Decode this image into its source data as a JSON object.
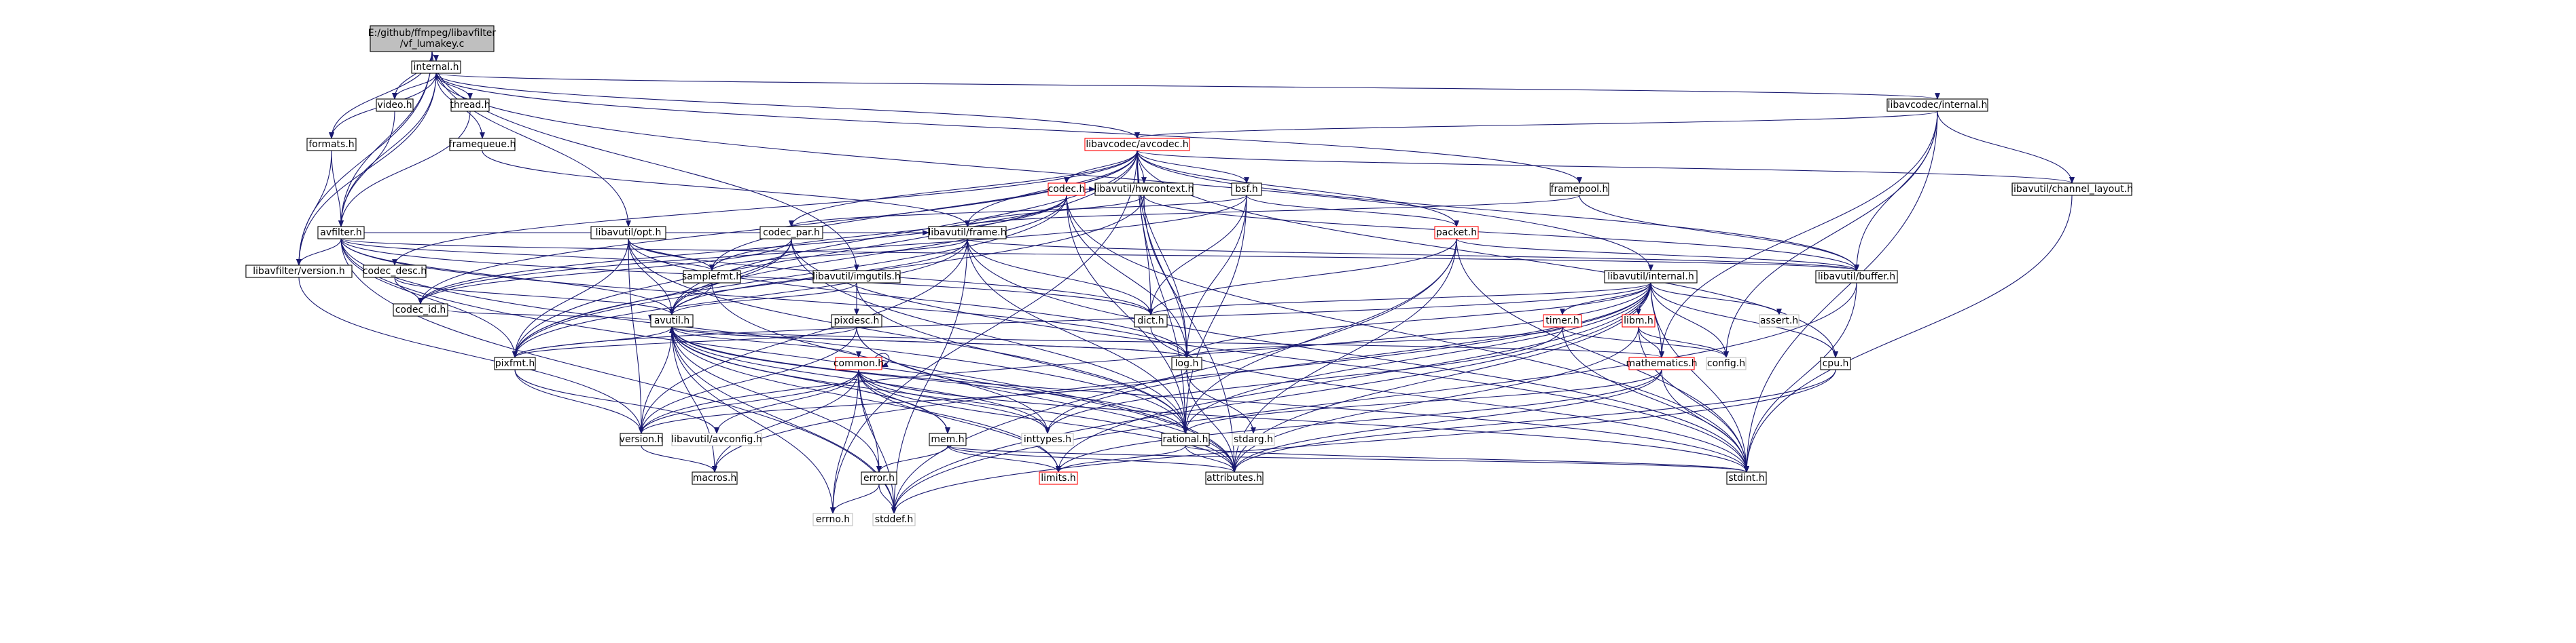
{
  "diagram": {
    "title": "",
    "colors": {
      "edge": "#191970",
      "node_border": "#000000",
      "node_border_incomplete": "#ff0000",
      "node_border_system": "#bfbfbf",
      "root_fill": "#bfbfbf"
    },
    "nodes": [
      {
        "id": "root",
        "lines": [
          "E:/github/ffmpeg/libavfilter",
          "/vf_lumakey.c"
        ],
        "style": "root"
      },
      {
        "id": "internal_h",
        "lines": [
          "internal.h"
        ],
        "style": "normal"
      },
      {
        "id": "video_h",
        "lines": [
          "video.h"
        ],
        "style": "normal"
      },
      {
        "id": "thread_h",
        "lines": [
          "thread.h"
        ],
        "style": "normal"
      },
      {
        "id": "formats_h",
        "lines": [
          "formats.h"
        ],
        "style": "normal"
      },
      {
        "id": "framequeue_h",
        "lines": [
          "framequeue.h"
        ],
        "style": "normal"
      },
      {
        "id": "avfilter_h",
        "lines": [
          "avfilter.h"
        ],
        "style": "normal"
      },
      {
        "id": "libavfilter_version_h",
        "lines": [
          "libavfilter/version.h"
        ],
        "style": "normal"
      },
      {
        "id": "codec_desc_h",
        "lines": [
          "codec_desc.h"
        ],
        "style": "normal"
      },
      {
        "id": "codec_id_h",
        "lines": [
          "codec_id.h"
        ],
        "style": "normal"
      },
      {
        "id": "codec_par_h",
        "lines": [
          "codec_par.h"
        ],
        "style": "normal"
      },
      {
        "id": "libavutil_opt_h",
        "lines": [
          "libavutil/opt.h"
        ],
        "style": "normal"
      },
      {
        "id": "samplefmt_h",
        "lines": [
          "samplefmt.h"
        ],
        "style": "normal"
      },
      {
        "id": "avutil_h",
        "lines": [
          "avutil.h"
        ],
        "style": "normal"
      },
      {
        "id": "pixfmt_h",
        "lines": [
          "pixfmt.h"
        ],
        "style": "normal"
      },
      {
        "id": "version_h",
        "lines": [
          "version.h"
        ],
        "style": "normal"
      },
      {
        "id": "libavutil_avconfig_h",
        "lines": [
          "libavutil/avconfig.h"
        ],
        "style": "system"
      },
      {
        "id": "macros_h",
        "lines": [
          "macros.h"
        ],
        "style": "normal"
      },
      {
        "id": "errno_h",
        "lines": [
          "errno.h"
        ],
        "style": "system"
      },
      {
        "id": "stddef_h",
        "lines": [
          "stddef.h"
        ],
        "style": "system"
      },
      {
        "id": "libavcodec_avcodec_h",
        "lines": [
          "libavcodec/avcodec.h"
        ],
        "style": "red"
      },
      {
        "id": "codec_h",
        "lines": [
          "codec.h"
        ],
        "style": "red"
      },
      {
        "id": "libavutil_hwcontext_h",
        "lines": [
          "libavutil/hwcontext.h"
        ],
        "style": "normal"
      },
      {
        "id": "bsf_h",
        "lines": [
          "bsf.h"
        ],
        "style": "normal"
      },
      {
        "id": "libavutil_frame_h",
        "lines": [
          "libavutil/frame.h"
        ],
        "style": "normal"
      },
      {
        "id": "libavutil_imgutils_h",
        "lines": [
          "libavutil/imgutils.h"
        ],
        "style": "normal"
      },
      {
        "id": "pixdesc_h",
        "lines": [
          "pixdesc.h"
        ],
        "style": "normal"
      },
      {
        "id": "common_h",
        "lines": [
          "common.h"
        ],
        "style": "red"
      },
      {
        "id": "mem_h",
        "lines": [
          "mem.h"
        ],
        "style": "normal"
      },
      {
        "id": "error_h",
        "lines": [
          "error.h"
        ],
        "style": "normal"
      },
      {
        "id": "inttypes_h",
        "lines": [
          "inttypes.h"
        ],
        "style": "system"
      },
      {
        "id": "limits_h",
        "lines": [
          "limits.h"
        ],
        "style": "red"
      },
      {
        "id": "dict_h",
        "lines": [
          "dict.h"
        ],
        "style": "normal"
      },
      {
        "id": "log_h",
        "lines": [
          "log.h"
        ],
        "style": "normal"
      },
      {
        "id": "rational_h",
        "lines": [
          "rational.h"
        ],
        "style": "normal"
      },
      {
        "id": "attributes_h",
        "lines": [
          "attributes.h"
        ],
        "style": "normal"
      },
      {
        "id": "stdarg_h",
        "lines": [
          "stdarg.h"
        ],
        "style": "system"
      },
      {
        "id": "framepool_h",
        "lines": [
          "framepool.h"
        ],
        "style": "normal"
      },
      {
        "id": "packet_h",
        "lines": [
          "packet.h"
        ],
        "style": "red"
      },
      {
        "id": "libavutil_buffer_h",
        "lines": [
          "libavutil/buffer.h"
        ],
        "style": "normal"
      },
      {
        "id": "libavutil_internal_h",
        "lines": [
          "libavutil/internal.h"
        ],
        "style": "normal"
      },
      {
        "id": "timer_h",
        "lines": [
          "timer.h"
        ],
        "style": "red"
      },
      {
        "id": "libm_h",
        "lines": [
          "libm.h"
        ],
        "style": "red"
      },
      {
        "id": "mathematics_h",
        "lines": [
          "mathematics.h"
        ],
        "style": "red"
      },
      {
        "id": "assert_h",
        "lines": [
          "assert.h"
        ],
        "style": "system"
      },
      {
        "id": "config_h",
        "lines": [
          "config.h"
        ],
        "style": "system"
      },
      {
        "id": "cpu_h",
        "lines": [
          "cpu.h"
        ],
        "style": "normal"
      },
      {
        "id": "stdint_h",
        "lines": [
          "stdint.h"
        ],
        "style": "normal"
      },
      {
        "id": "libavcodec_internal_h",
        "lines": [
          "libavcodec/internal.h"
        ],
        "style": "normal"
      },
      {
        "id": "libavutil_channel_layout_h",
        "lines": [
          "libavutil/channel_layout.h"
        ],
        "style": "normal"
      }
    ],
    "edges": [
      [
        "root",
        "internal_h"
      ],
      [
        "root",
        "video_h"
      ],
      [
        "root",
        "formats_h"
      ],
      [
        "root",
        "avfilter_h"
      ],
      [
        "root",
        "libavfilter_version_h"
      ],
      [
        "root",
        "libavutil_opt_h"
      ],
      [
        "root",
        "libavutil_imgutils_h"
      ],
      [
        "internal_h",
        "video_h"
      ],
      [
        "internal_h",
        "thread_h"
      ],
      [
        "internal_h",
        "formats_h"
      ],
      [
        "internal_h",
        "framequeue_h"
      ],
      [
        "internal_h",
        "avfilter_h"
      ],
      [
        "internal_h",
        "libavfilter_version_h"
      ],
      [
        "internal_h",
        "libavcodec_avcodec_h"
      ],
      [
        "internal_h",
        "framepool_h"
      ],
      [
        "internal_h",
        "libavcodec_internal_h"
      ],
      [
        "internal_h",
        "libavutil_internal_h"
      ],
      [
        "video_h",
        "avfilter_h"
      ],
      [
        "thread_h",
        "avfilter_h"
      ],
      [
        "formats_h",
        "avfilter_h"
      ],
      [
        "formats_h",
        "libavfilter_version_h"
      ],
      [
        "framequeue_h",
        "libavutil_frame_h"
      ],
      [
        "avfilter_h",
        "libavfilter_version_h"
      ],
      [
        "avfilter_h",
        "avutil_h"
      ],
      [
        "avfilter_h",
        "pixfmt_h"
      ],
      [
        "avfilter_h",
        "libavutil_frame_h"
      ],
      [
        "avfilter_h",
        "dict_h"
      ],
      [
        "avfilter_h",
        "samplefmt_h"
      ],
      [
        "avfilter_h",
        "log_h"
      ],
      [
        "avfilter_h",
        "rational_h"
      ],
      [
        "avfilter_h",
        "libavutil_buffer_h"
      ],
      [
        "avfilter_h",
        "attributes_h"
      ],
      [
        "avfilter_h",
        "stddef_h"
      ],
      [
        "libavfilter_version_h",
        "version_h"
      ],
      [
        "libavcodec_avcodec_h",
        "codec_h"
      ],
      [
        "libavcodec_avcodec_h",
        "codec_desc_h"
      ],
      [
        "libavcodec_avcodec_h",
        "codec_id_h"
      ],
      [
        "libavcodec_avcodec_h",
        "codec_par_h"
      ],
      [
        "libavcodec_avcodec_h",
        "bsf_h"
      ],
      [
        "libavcodec_avcodec_h",
        "packet_h"
      ],
      [
        "libavcodec_avcodec_h",
        "libavutil_hwcontext_h"
      ],
      [
        "libavcodec_avcodec_h",
        "libavutil_frame_h"
      ],
      [
        "libavcodec_avcodec_h",
        "libavutil_buffer_h"
      ],
      [
        "libavcodec_avcodec_h",
        "libavutil_channel_layout_h"
      ],
      [
        "libavcodec_avcodec_h",
        "samplefmt_h"
      ],
      [
        "libavcodec_avcodec_h",
        "avutil_h"
      ],
      [
        "libavcodec_avcodec_h",
        "pixfmt_h"
      ],
      [
        "libavcodec_avcodec_h",
        "dict_h"
      ],
      [
        "libavcodec_avcodec_h",
        "log_h"
      ],
      [
        "libavcodec_avcodec_h",
        "rational_h"
      ],
      [
        "libavcodec_avcodec_h",
        "attributes_h"
      ],
      [
        "libavcodec_avcodec_h",
        "errno_h"
      ],
      [
        "libavcodec_avcodec_h",
        "cpu_h"
      ],
      [
        "codec_h",
        "libavutil_hwcontext_h"
      ],
      [
        "codec_h",
        "codec_id_h"
      ],
      [
        "codec_h",
        "avutil_h"
      ],
      [
        "codec_h",
        "log_h"
      ],
      [
        "codec_h",
        "rational_h"
      ],
      [
        "codec_h",
        "samplefmt_h"
      ],
      [
        "codec_h",
        "pixfmt_h"
      ],
      [
        "codec_h",
        "stdint_h"
      ],
      [
        "libavutil_hwcontext_h",
        "libavutil_frame_h"
      ],
      [
        "libavutil_hwcontext_h",
        "libavutil_buffer_h"
      ],
      [
        "libavutil_hwcontext_h",
        "pixfmt_h"
      ],
      [
        "libavutil_hwcontext_h",
        "log_h"
      ],
      [
        "bsf_h",
        "codec_id_h"
      ],
      [
        "bsf_h",
        "codec_par_h"
      ],
      [
        "bsf_h",
        "packet_h"
      ],
      [
        "bsf_h",
        "dict_h"
      ],
      [
        "bsf_h",
        "log_h"
      ],
      [
        "bsf_h",
        "rational_h"
      ],
      [
        "codec_desc_h",
        "codec_id_h"
      ],
      [
        "codec_desc_h",
        "avutil_h"
      ],
      [
        "codec_id_h",
        "avutil_h"
      ],
      [
        "codec_par_h",
        "codec_id_h"
      ],
      [
        "codec_par_h",
        "avutil_h"
      ],
      [
        "codec_par_h",
        "pixfmt_h"
      ],
      [
        "codec_par_h",
        "rational_h"
      ],
      [
        "codec_par_h",
        "stdint_h"
      ],
      [
        "packet_h",
        "libavutil_buffer_h"
      ],
      [
        "packet_h",
        "attributes_h"
      ],
      [
        "packet_h",
        "dict_h"
      ],
      [
        "packet_h",
        "rational_h"
      ],
      [
        "packet_h",
        "stddef_h"
      ],
      [
        "packet_h",
        "stdint_h"
      ],
      [
        "libavutil_frame_h",
        "avutil_h"
      ],
      [
        "libavutil_frame_h",
        "libavutil_buffer_h"
      ],
      [
        "libavutil_frame_h",
        "dict_h"
      ],
      [
        "libavutil_frame_h",
        "rational_h"
      ],
      [
        "libavutil_frame_h",
        "samplefmt_h"
      ],
      [
        "libavutil_frame_h",
        "pixfmt_h"
      ],
      [
        "libavutil_frame_h",
        "version_h"
      ],
      [
        "libavutil_frame_h",
        "stddef_h"
      ],
      [
        "libavutil_frame_h",
        "stdint_h"
      ],
      [
        "libavutil_opt_h",
        "rational_h"
      ],
      [
        "libavutil_opt_h",
        "avutil_h"
      ],
      [
        "libavutil_opt_h",
        "dict_h"
      ],
      [
        "libavutil_opt_h",
        "log_h"
      ],
      [
        "libavutil_opt_h",
        "pixfmt_h"
      ],
      [
        "libavutil_opt_h",
        "samplefmt_h"
      ],
      [
        "libavutil_opt_h",
        "version_h"
      ],
      [
        "samplefmt_h",
        "avutil_h"
      ],
      [
        "samplefmt_h",
        "attributes_h"
      ],
      [
        "libavutil_imgutils_h",
        "avutil_h"
      ],
      [
        "libavutil_imgutils_h",
        "pixdesc_h"
      ],
      [
        "libavutil_imgutils_h",
        "rational_h"
      ],
      [
        "pixdesc_h",
        "attributes_h"
      ],
      [
        "pixdesc_h",
        "pixfmt_h"
      ],
      [
        "pixdesc_h",
        "version_h"
      ],
      [
        "pixdesc_h",
        "inttypes_h"
      ],
      [
        "avutil_h",
        "common_h"
      ],
      [
        "avutil_h",
        "rational_h"
      ],
      [
        "avutil_h",
        "version_h"
      ],
      [
        "avutil_h",
        "macros_h"
      ],
      [
        "avutil_h",
        "mathematics_h"
      ],
      [
        "avutil_h",
        "log_h"
      ],
      [
        "avutil_h",
        "pixfmt_h"
      ],
      [
        "avutil_h",
        "errno_h"
      ],
      [
        "avutil_h",
        "inttypes_h"
      ],
      [
        "avutil_h",
        "limits_h"
      ],
      [
        "avutil_h",
        "stdint_h"
      ],
      [
        "avutil_h",
        "attributes_h"
      ],
      [
        "avutil_h",
        "mem_h"
      ],
      [
        "avutil_h",
        "error_h"
      ],
      [
        "avutil_h",
        "stddef_h"
      ],
      [
        "pixfmt_h",
        "libavutil_avconfig_h"
      ],
      [
        "pixfmt_h",
        "version_h"
      ],
      [
        "version_h",
        "macros_h"
      ],
      [
        "common_h",
        "common_h"
      ],
      [
        "common_h",
        "attributes_h"
      ],
      [
        "common_h",
        "macros_h"
      ],
      [
        "common_h",
        "version_h"
      ],
      [
        "common_h",
        "libavutil_avconfig_h"
      ],
      [
        "common_h",
        "mem_h"
      ],
      [
        "common_h",
        "error_h"
      ],
      [
        "common_h",
        "errno_h"
      ],
      [
        "common_h",
        "inttypes_h"
      ],
      [
        "common_h",
        "limits_h"
      ],
      [
        "common_h",
        "stdint_h"
      ],
      [
        "common_h",
        "stddef_h"
      ],
      [
        "mem_h",
        "attributes_h"
      ],
      [
        "mem_h",
        "error_h"
      ],
      [
        "mem_h",
        "avutil_h"
      ],
      [
        "mem_h",
        "limits_h"
      ],
      [
        "mem_h",
        "stdint_h"
      ],
      [
        "error_h",
        "errno_h"
      ],
      [
        "error_h",
        "stddef_h"
      ],
      [
        "dict_h",
        "stdint_h"
      ],
      [
        "log_h",
        "avutil_h"
      ],
      [
        "log_h",
        "attributes_h"
      ],
      [
        "log_h",
        "version_h"
      ],
      [
        "log_h",
        "stdarg_h"
      ],
      [
        "rational_h",
        "attributes_h"
      ],
      [
        "rational_h",
        "limits_h"
      ],
      [
        "rational_h",
        "stdint_h"
      ],
      [
        "framepool_h",
        "libavutil_buffer_h"
      ],
      [
        "framepool_h",
        "libavutil_frame_h"
      ],
      [
        "libavutil_buffer_h",
        "stddef_h"
      ],
      [
        "libavutil_buffer_h",
        "stdint_h"
      ],
      [
        "libavcodec_internal_h",
        "libavcodec_avcodec_h"
      ],
      [
        "libavcodec_internal_h",
        "libavutil_buffer_h"
      ],
      [
        "libavcodec_internal_h",
        "libavutil_channel_layout_h"
      ],
      [
        "libavcodec_internal_h",
        "mathematics_h"
      ],
      [
        "libavcodec_internal_h",
        "config_h"
      ],
      [
        "libavcodec_internal_h",
        "stdint_h"
      ],
      [
        "libavutil_channel_layout_h",
        "stdint_h"
      ],
      [
        "libavutil_internal_h",
        "timer_h"
      ],
      [
        "libavutil_internal_h",
        "libm_h"
      ],
      [
        "libavutil_internal_h",
        "mathematics_h"
      ],
      [
        "libavutil_internal_h",
        "assert_h"
      ],
      [
        "libavutil_internal_h",
        "config_h"
      ],
      [
        "libavutil_internal_h",
        "cpu_h"
      ],
      [
        "libavutil_internal_h",
        "stdint_h"
      ],
      [
        "libavutil_internal_h",
        "stddef_h"
      ],
      [
        "libavutil_internal_h",
        "dict_h"
      ],
      [
        "libavutil_internal_h",
        "pixfmt_h"
      ],
      [
        "libavutil_internal_h",
        "version_h"
      ],
      [
        "libavutil_internal_h",
        "log_h"
      ],
      [
        "libavutil_internal_h",
        "attributes_h"
      ],
      [
        "libavutil_internal_h",
        "limits_h"
      ],
      [
        "libavutil_internal_h",
        "macros_h"
      ],
      [
        "libavutil_internal_h",
        "inttypes_h"
      ],
      [
        "libavutil_internal_h",
        "rational_h"
      ],
      [
        "timer_h",
        "config_h"
      ],
      [
        "timer_h",
        "log_h"
      ],
      [
        "timer_h",
        "inttypes_h"
      ],
      [
        "timer_h",
        "stdint_h"
      ],
      [
        "libm_h",
        "attributes_h"
      ],
      [
        "libm_h",
        "config_h"
      ],
      [
        "libm_h",
        "mathematics_h"
      ],
      [
        "libm_h",
        "stdint_h"
      ],
      [
        "mathematics_h",
        "attributes_h"
      ],
      [
        "mathematics_h",
        "rational_h"
      ],
      [
        "mathematics_h",
        "stdint_h"
      ],
      [
        "mathematics_h",
        "limits_h"
      ],
      [
        "cpu_h",
        "attributes_h"
      ],
      [
        "cpu_h",
        "stddef_h"
      ]
    ]
  }
}
